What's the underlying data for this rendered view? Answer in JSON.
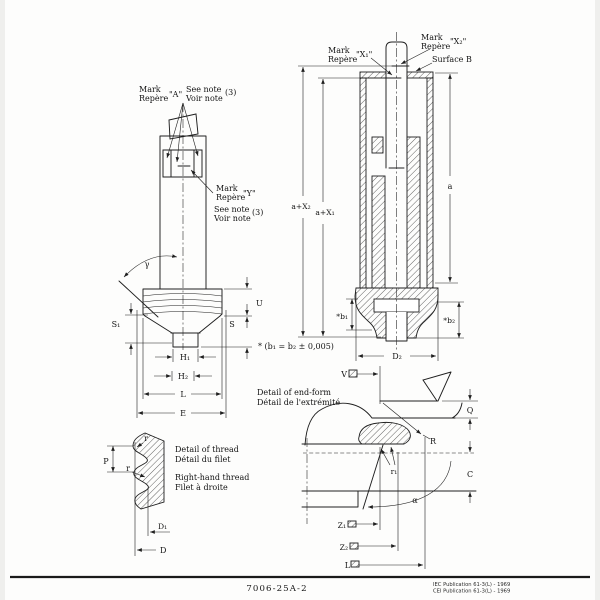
{
  "side_view": {
    "mark_a_line1": "Mark",
    "mark_a_line2": "Repère",
    "mark_a_symbol": "\"A\"",
    "note_a_line1": "See note",
    "note_a_line2": "Voir note",
    "note_a_ref": "(3)",
    "mark_y_line1": "Mark",
    "mark_y_line2": "Repère",
    "mark_y_symbol": "\"Y\"",
    "note_y_line1": "See note",
    "note_y_line2": "Voir note",
    "note_y_ref": "(3)",
    "dim_gamma": "γ",
    "dim_u": "U",
    "dim_s1": "S₁",
    "dim_s": "S",
    "dim_h1": "H₁",
    "dim_h2": "H₂",
    "dim_l": "L",
    "dim_e": "E"
  },
  "section_view": {
    "mark_x1_line1": "Mark",
    "mark_x1_line2": "Repère",
    "mark_x1_symbol": "\"X₁\"",
    "mark_x2_line1": "Mark",
    "mark_x2_line2": "Repère",
    "mark_x2_symbol": "\"X₂\"",
    "surface_b": "Surface B",
    "dim_a_plus_x2": "a+X₂",
    "dim_a_plus_x1": "a+X₁",
    "dim_a": "a",
    "dim_b1": "*b₁",
    "dim_b2": "*b₂",
    "dim_d2": "D₂",
    "tolerance_note": "* (b₁ = b₂ ± 0,005)"
  },
  "thread_detail": {
    "title_en": "Detail of thread",
    "title_fr": "Détail du filet",
    "hand_en": "Right-hand thread",
    "hand_fr": "Filet à droite",
    "dim_r_top": "r",
    "dim_r_mid": "r",
    "dim_p": "P",
    "dim_d1": "D₁",
    "dim_d": "D"
  },
  "endform_detail": {
    "title_en": "Detail of end-form",
    "title_fr": "Détail de l'extrémité",
    "dim_v": "V",
    "dim_q": "Q",
    "dim_r_cap": "R",
    "dim_r1": "r₁",
    "dim_c": "C",
    "dim_alpha": "α",
    "dim_z1": "Z₁",
    "dim_z2": "Z₂",
    "dim_l": "L"
  },
  "footer": {
    "sheet_number": "7006-25A-2",
    "pub_line1": "IEC Publication 61-3(L) - 1969",
    "pub_line2": "CEI Publication 61-3(L) - 1969"
  }
}
